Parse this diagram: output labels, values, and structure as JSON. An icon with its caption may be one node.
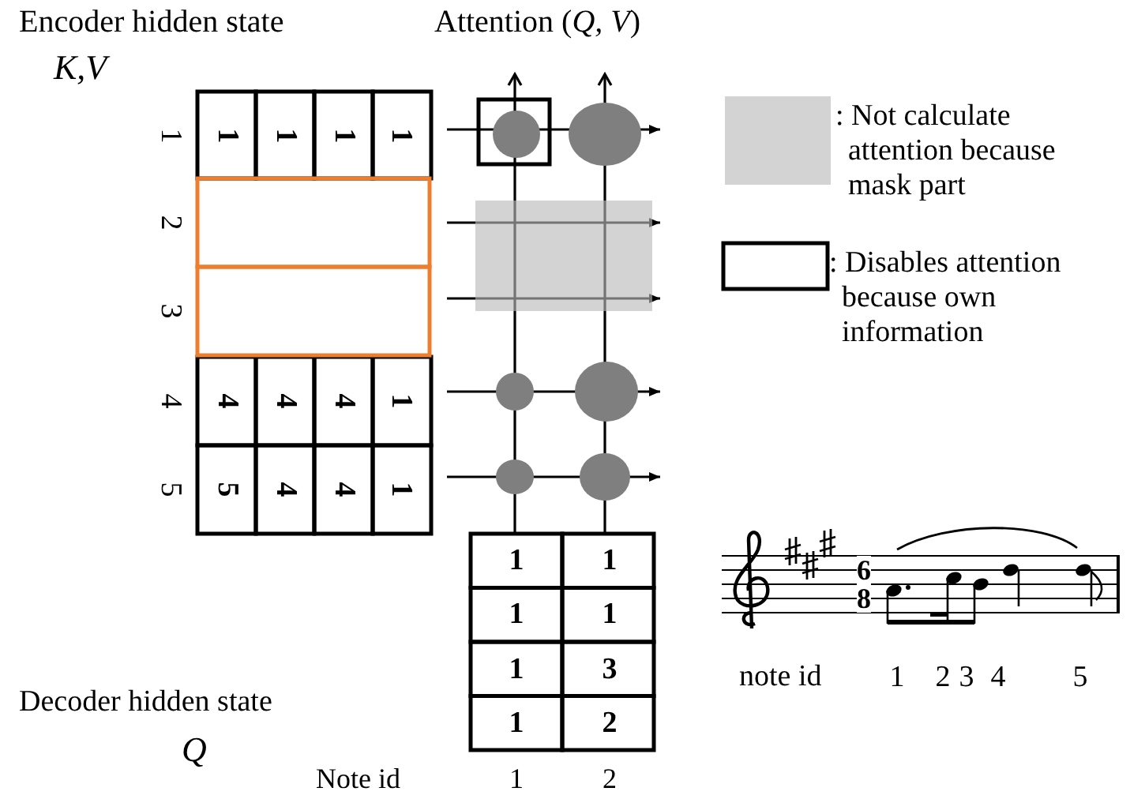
{
  "diagram": {
    "labels": [
      "Encoder hidden state",
      "Attention (*Q, V*)",
      "K,V",
      "1",
      "1",
      "1",
      "1",
      "1",
      "2",
      "3",
      "4",
      "4",
      "4",
      "4",
      "1",
      "5",
      "5",
      "4",
      "4",
      "1",
      "6",
      "8",
      "1",
      "1",
      "1",
      "1",
      "1",
      "3",
      "1",
      "2",
      "note id",
      "1",
      "2",
      "3",
      "4",
      "5",
      "Decoder hidden state",
      "Q",
      "Note id",
      "1",
      "2"
    ],
    "legend": [
      {
        "text": ": Not calculate attention because mask part",
        "color": "#d3d3d3"
      },
      {
        "text": ": Disables attention because own information"
      }
    ]
  }
}
